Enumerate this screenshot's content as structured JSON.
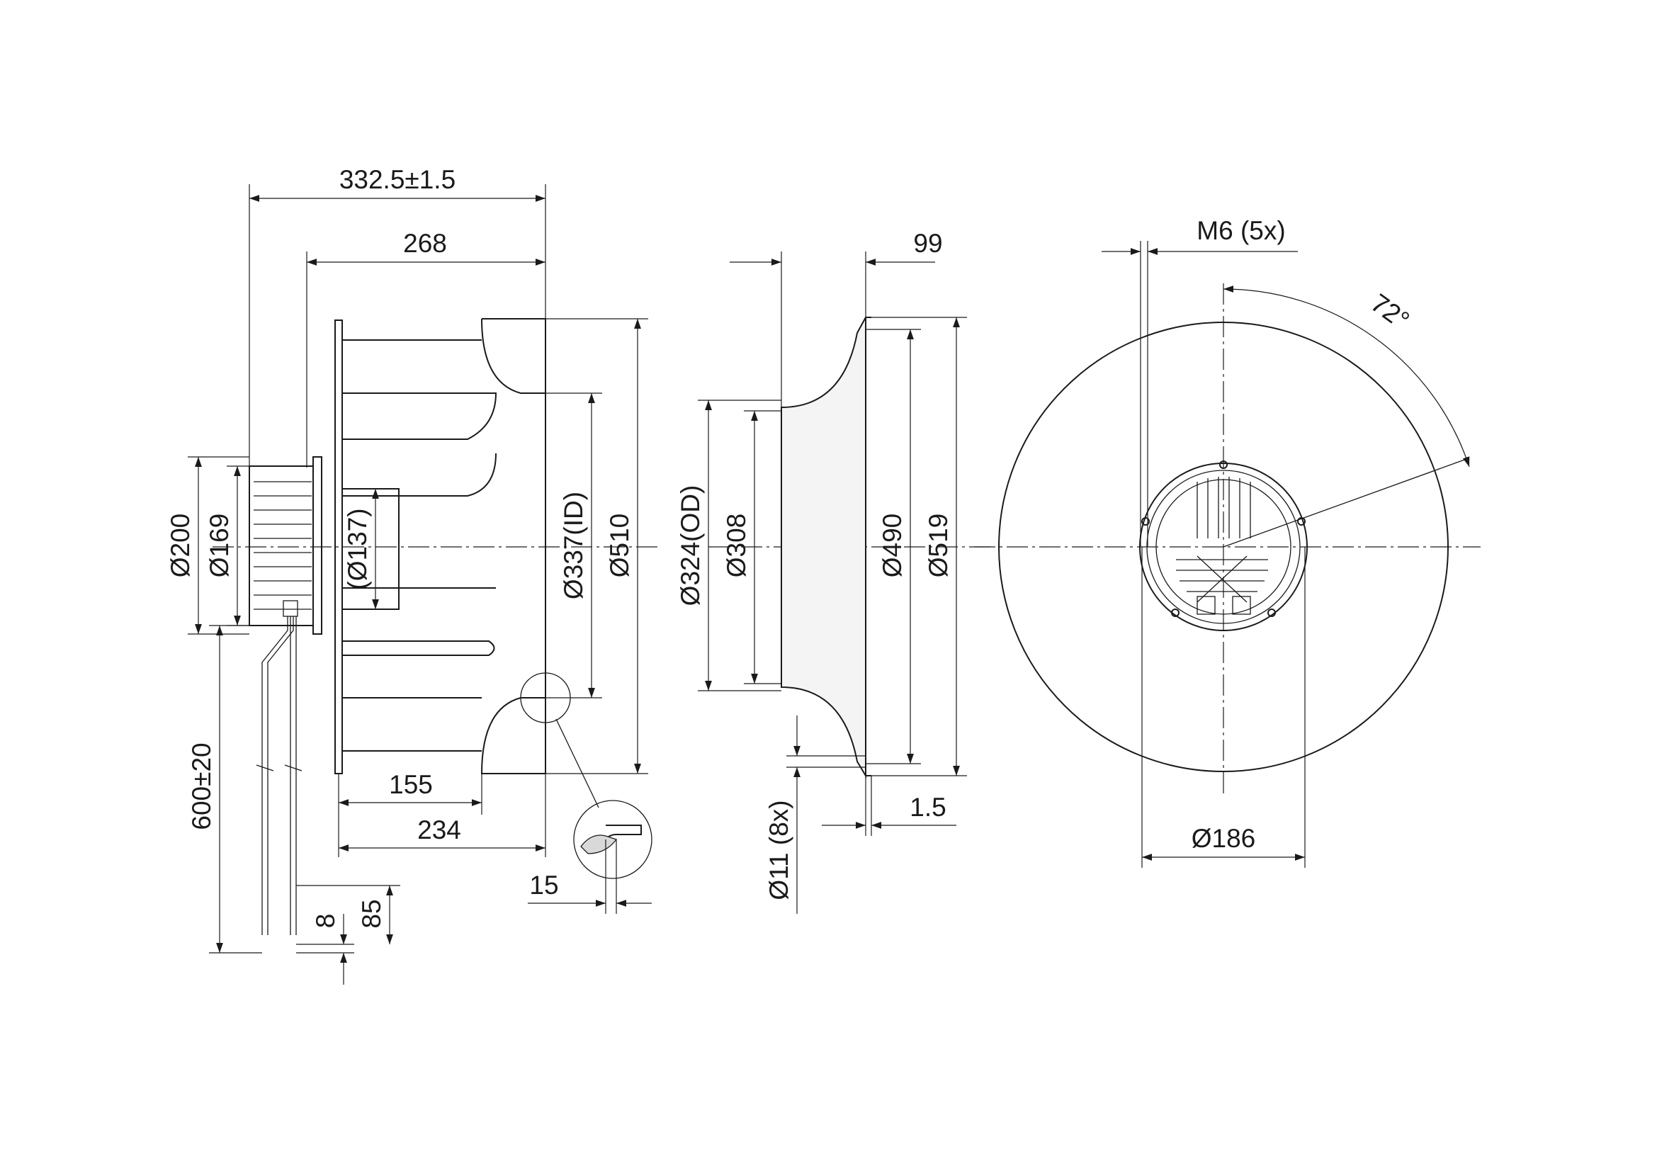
{
  "drawing": {
    "side_view": {
      "overall_length": "332.5±1.5",
      "length_268": "268",
      "dia_200": "Ø200",
      "dia_169": "Ø169",
      "dia_137": "(Ø137)",
      "dia_337_id": "Ø337(ID)",
      "dia_510": "Ø510",
      "dim_155": "155",
      "dim_234": "234",
      "dim_15": "15",
      "cable_length": "600±20",
      "dim_8": "8",
      "dim_85": "85"
    },
    "inlet_ring_view": {
      "dim_99": "99",
      "dia_324_od": "Ø324(OD)",
      "dia_308": "Ø308",
      "dia_490": "Ø490",
      "dia_519": "Ø519",
      "holes": "Ø11 (8x)",
      "thickness": "1.5"
    },
    "front_view": {
      "thread": "M6 (5x)",
      "angle": "72°",
      "dia_186": "Ø186"
    }
  }
}
